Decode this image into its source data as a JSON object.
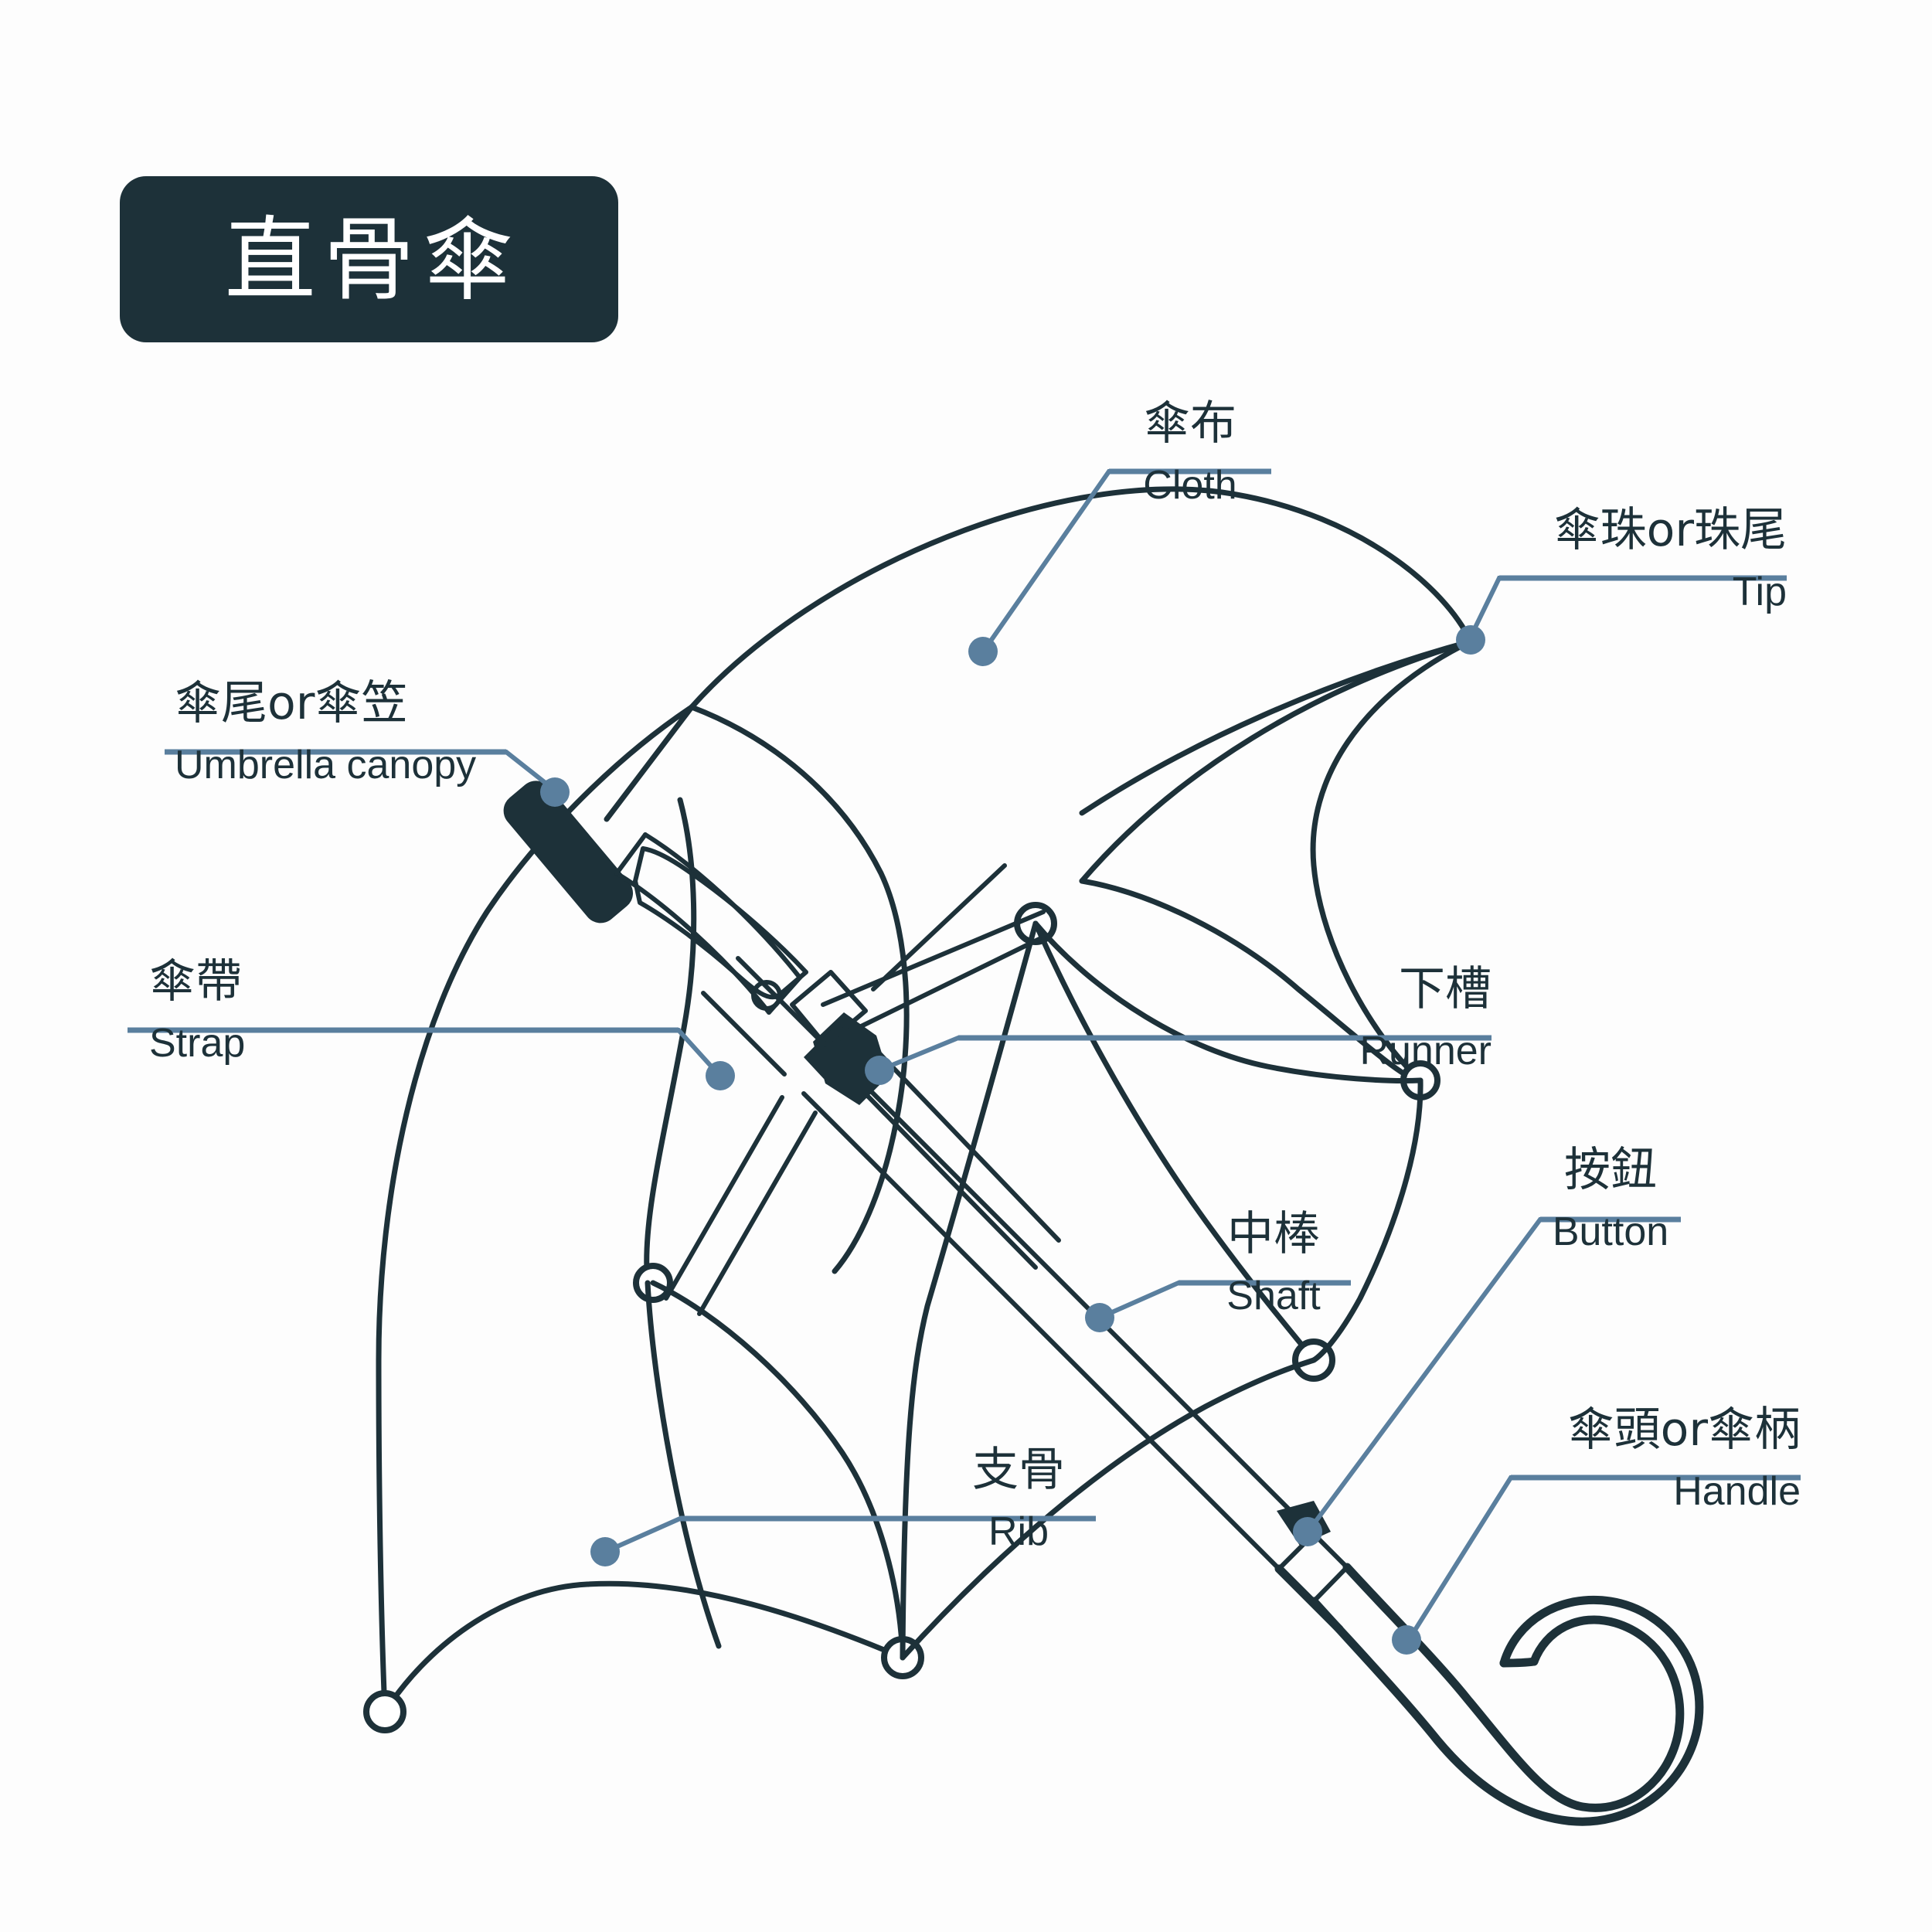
{
  "page": {
    "background_color": "#fdfdfd",
    "ink_color": "#1d3139",
    "accent_color": "#5a7f9e"
  },
  "title": {
    "text": "直骨傘",
    "badge_color": "#1d3139",
    "text_color": "#ffffff"
  },
  "callouts": [
    {
      "id": "cloth",
      "cn": "傘布",
      "en": "Cloth",
      "icon": "leader-line-icon"
    },
    {
      "id": "tip",
      "cn": "傘珠or珠尾",
      "en": "Tip",
      "icon": "leader-line-icon"
    },
    {
      "id": "canopy",
      "cn": "傘尾or傘笠",
      "en": "Umbrella canopy",
      "icon": "leader-line-icon"
    },
    {
      "id": "strap",
      "cn": "傘帶",
      "en": "Strap",
      "icon": "leader-line-icon"
    },
    {
      "id": "runner",
      "cn": "下槽",
      "en": "Runner",
      "icon": "leader-line-icon"
    },
    {
      "id": "shaft",
      "cn": "中棒",
      "en": "Shaft",
      "icon": "leader-line-icon"
    },
    {
      "id": "button",
      "cn": "按鈕",
      "en": "Button",
      "icon": "leader-line-icon"
    },
    {
      "id": "handle",
      "cn": "傘頭or傘柄",
      "en": "Handle",
      "icon": "leader-line-icon"
    },
    {
      "id": "rib",
      "cn": "支骨",
      "en": "Rib",
      "icon": "leader-line-icon"
    }
  ],
  "illustration": {
    "name": "straight-rib-umbrella-diagram",
    "parts": [
      "cloth-canopy",
      "ferrule-tip",
      "rib-tips",
      "shaft",
      "runner-block",
      "strap-band",
      "button",
      "crook-handle"
    ]
  }
}
